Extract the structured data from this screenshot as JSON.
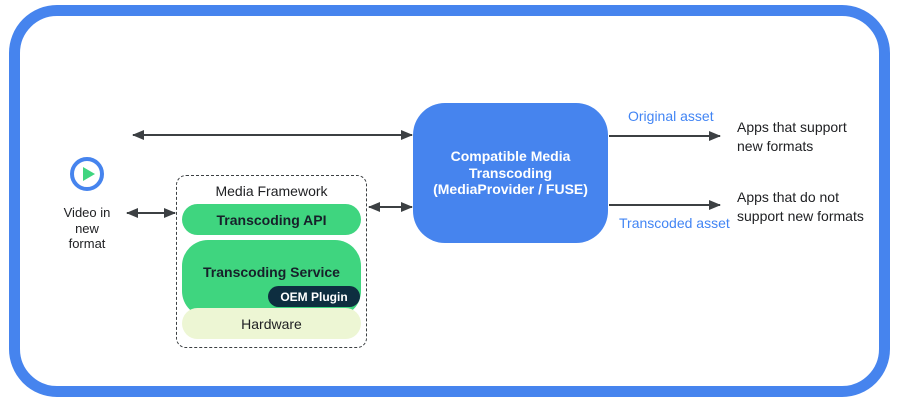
{
  "colors": {
    "frame_blue": "#4684ee",
    "box_blue": "#4684ee",
    "green": "#3fd57f",
    "oem_navy": "#0e2e40",
    "hardware_bg": "#edf6d4",
    "arrow_gray": "#3c4043",
    "asset_label_blue": "#4285f4",
    "text_black": "#202124"
  },
  "source": {
    "icon": "play-circle-icon",
    "label": "Video in\nnew\nformat"
  },
  "framework": {
    "title": "Media Framework",
    "layers": [
      {
        "label": "Transcoding API"
      },
      {
        "label": "Transcoding Service",
        "plugin": "OEM Plugin"
      },
      {
        "label": "Hardware"
      }
    ]
  },
  "transcoder": {
    "title": "Compatible Media\nTranscoding\n(MediaProvider / FUSE)"
  },
  "outputs": {
    "original": {
      "label": "Original asset",
      "target": "Apps that support\nnew formats"
    },
    "transcoded": {
      "label": "Transcoded asset",
      "target": "Apps that do not\nsupport new formats"
    }
  }
}
